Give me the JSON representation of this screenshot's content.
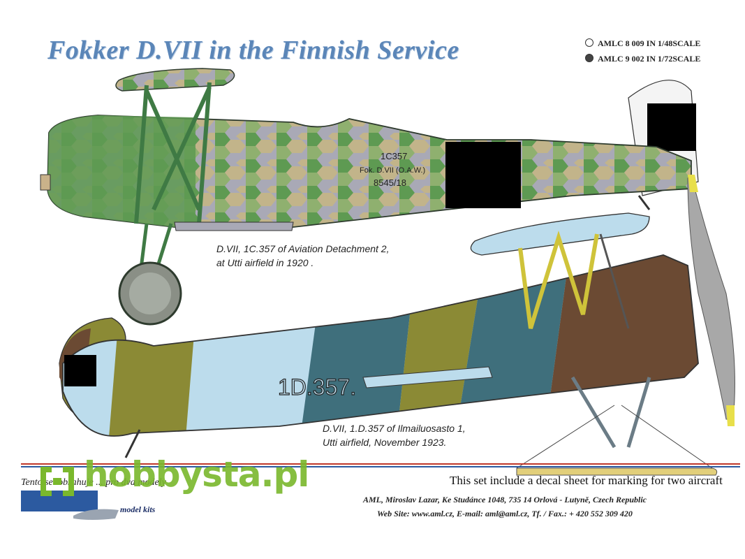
{
  "header": {
    "title": "Fokker D.VII in the Finnish Service",
    "scales": [
      {
        "label": "AMLC 8 009 IN 1/48SCALE",
        "marker": "open-circle"
      },
      {
        "label": "AMLC 9 002 IN 1/72SCALE",
        "marker": "filled-circle"
      }
    ]
  },
  "aircraft": [
    {
      "caption_line1": "D.VII, 1C.357 of  Aviation Detachment 2,",
      "caption_line2": "at Utti airfield in 1920 .",
      "fuselage_marking_1": "1C357",
      "fuselage_marking_2": "Fok. D.VII (O.A.W.)",
      "fuselage_marking_3": "8545/18"
    },
    {
      "caption_line1": "D.VII, 1.D.357 of Ilmailuosasto 1,",
      "caption_line2": "Utti airfield, November 1923.",
      "fuselage_marking": "1D.357."
    }
  ],
  "footer": {
    "czech_text": "Tento set obsahuje ... pro dva modely",
    "english_text": "This set include a decal sheet for marking for two aircraft",
    "address": "AML, Miroslav Lazar, Ke Studánce 1048, 735 14 Orlová - Lutyně, Czech Republic",
    "contact": "Web Site: www.aml.cz, E-mail:  aml@aml.cz, Tf. / Fax.: + 420 552 309 420",
    "brand_tagline": "model kits"
  },
  "watermark": {
    "text": "hobbysta.pl"
  },
  "colors": {
    "title": "#5b86b8",
    "green": "#5e9a52",
    "olive": "#8b8a35",
    "teal": "#3f6f7c",
    "brown": "#6b4a33",
    "light_blue": "#bcdcec",
    "watermark": "#7ab82c"
  }
}
